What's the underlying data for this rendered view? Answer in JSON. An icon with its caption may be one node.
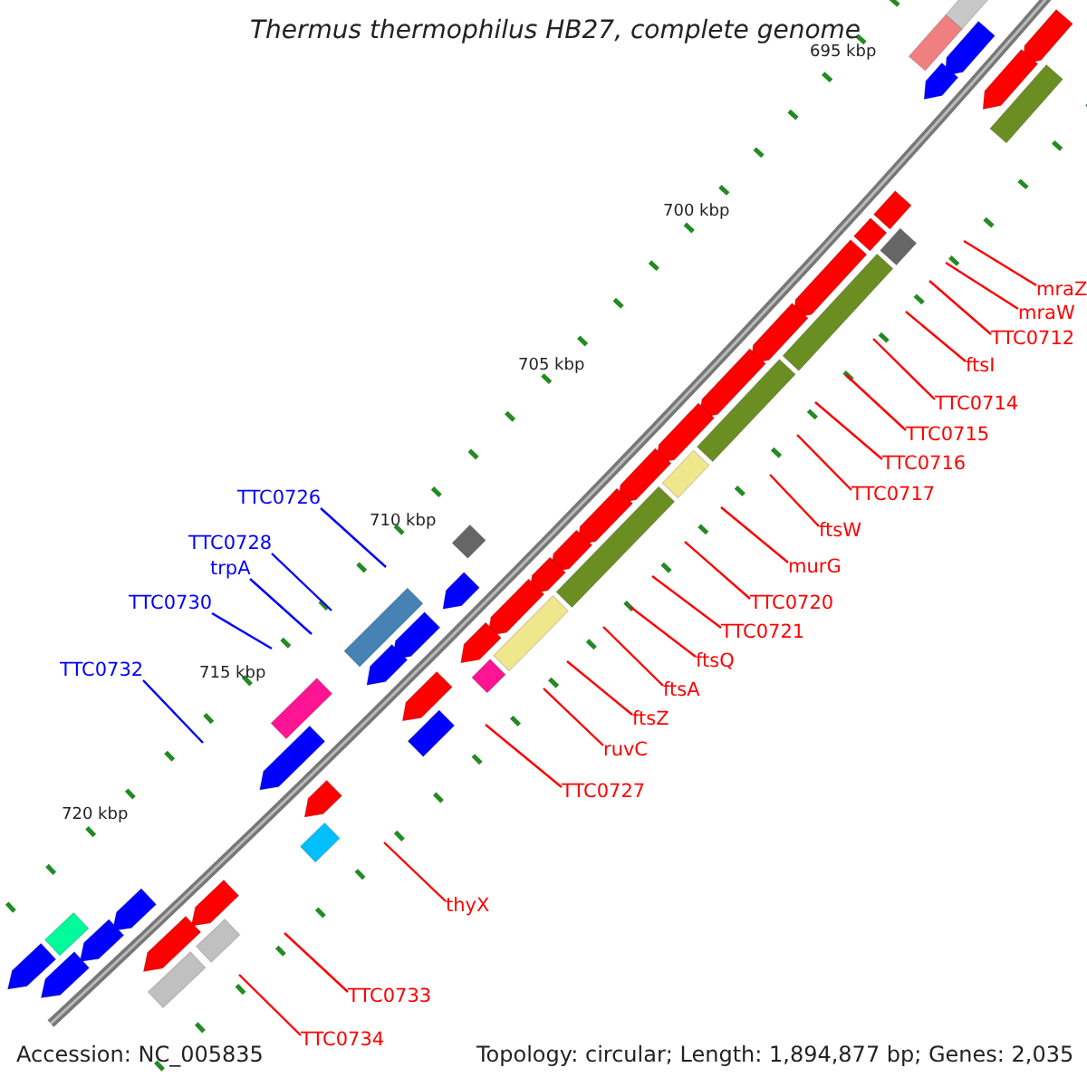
{
  "diagram": {
    "title": "Thermus thermophilus HB27, complete genome",
    "nodes": [
      {
        "text": [
          "mraZ"
        ]
      },
      {
        "text": [
          "mraW"
        ]
      },
      {
        "text": [
          "TTC0712"
        ]
      },
      {
        "text": [
          "ftsI"
        ]
      },
      {
        "text": [
          "TTC0714"
        ]
      },
      {
        "text": [
          "TTC0715"
        ]
      },
      {
        "text": [
          "TTC0716"
        ]
      },
      {
        "text": [
          "TTC0717"
        ]
      },
      {
        "text": [
          "TTC0726"
        ]
      },
      {
        "text": [
          "ftsW"
        ]
      },
      {
        "text": [
          "TTC0728"
        ]
      },
      {
        "text": [
          "murG"
        ]
      },
      {
        "text": [
          "trpA"
        ]
      },
      {
        "text": [
          "TTC0720"
        ]
      },
      {
        "text": [
          "TTC0730"
        ]
      },
      {
        "text": [
          "TTC0721"
        ]
      },
      {
        "text": [
          "ftsQ"
        ]
      },
      {
        "text": [
          "TTC0732"
        ]
      },
      {
        "text": [
          "ftsA"
        ]
      },
      {
        "text": [
          "ftsZ"
        ]
      },
      {
        "text": [
          "ruvC"
        ]
      },
      {
        "text": [
          "TTC0727"
        ]
      },
      {
        "text": [
          "thyX"
        ]
      },
      {
        "text": [
          "TTC0733"
        ]
      },
      {
        "text": [
          "TTC0734"
        ]
      }
    ],
    "edges": [
      {
        "from": 0,
        "to": null,
        "arrow": "none"
      },
      {
        "from": 1,
        "to": null,
        "arrow": "none"
      },
      {
        "from": 2,
        "to": null,
        "arrow": "none"
      },
      {
        "from": 3,
        "to": null,
        "arrow": "none"
      },
      {
        "from": 4,
        "to": null,
        "arrow": "none"
      },
      {
        "from": 5,
        "to": null,
        "arrow": "none"
      },
      {
        "from": 6,
        "to": null,
        "arrow": "none"
      },
      {
        "from": 7,
        "to": null,
        "arrow": "none"
      },
      {
        "from": 8,
        "to": null,
        "arrow": "none",
        "color": "#0000ff"
      },
      {
        "from": 9,
        "to": null,
        "arrow": "none"
      },
      {
        "from": 10,
        "to": null,
        "arrow": "none",
        "color": "#0000ff"
      },
      {
        "from": 11,
        "to": null,
        "arrow": "none"
      },
      {
        "from": 12,
        "to": null,
        "arrow": "none",
        "color": "#0000ff"
      },
      {
        "from": 13,
        "to": null,
        "arrow": "none"
      },
      {
        "from": 14,
        "to": null,
        "arrow": "none",
        "color": "#0000ff"
      },
      {
        "from": 15,
        "to": null,
        "arrow": "none"
      },
      {
        "from": 16,
        "to": null,
        "arrow": "none"
      },
      {
        "from": 17,
        "to": null,
        "arrow": "none",
        "color": "#0000ff"
      },
      {
        "from": 18,
        "to": null,
        "arrow": "none"
      },
      {
        "from": 19,
        "to": null,
        "arrow": "none"
      },
      {
        "from": 20,
        "to": null,
        "arrow": "none"
      },
      {
        "from": 21,
        "to": null,
        "arrow": "none"
      },
      {
        "from": 22,
        "to": null,
        "arrow": "none"
      },
      {
        "from": 23,
        "to": null,
        "arrow": "none"
      },
      {
        "from": 24,
        "to": null,
        "arrow": "none"
      }
    ],
    "labels": [
      "695 kbp",
      "700 kbp",
      "705 kbp",
      "710 kbp",
      "715 kbp",
      "720 kbp",
      "Accession: NC_005835",
      "Topology: circular; Length: 1,894,877 bp; Genes: 2,035"
    ]
  }
}
